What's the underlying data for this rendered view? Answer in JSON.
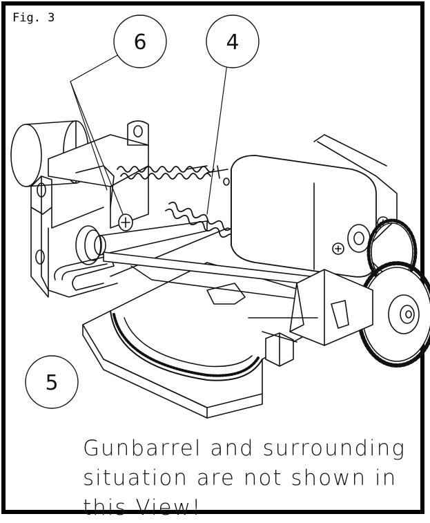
{
  "figure": {
    "label": "Fig. 3"
  },
  "callouts": [
    {
      "id": "6",
      "label": "6"
    },
    {
      "id": "4",
      "label": "4"
    },
    {
      "id": "5",
      "label": "5"
    }
  ],
  "caption": {
    "lines": [
      "Gunbarrel and surrounding",
      "situation are not shown in",
      "this View!"
    ]
  }
}
